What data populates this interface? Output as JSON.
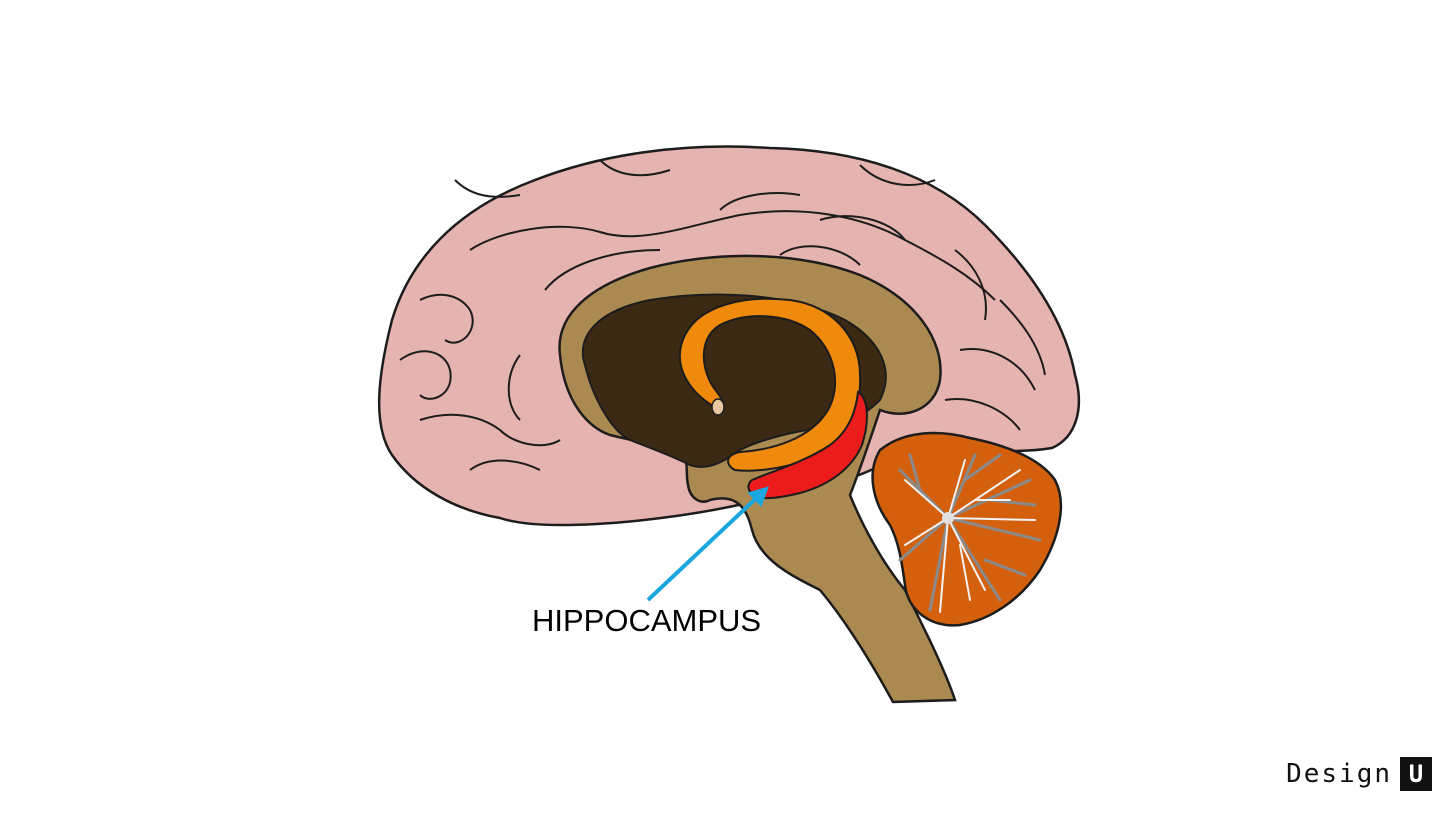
{
  "diagram": {
    "label": "HIPPOCAMPUS",
    "colors": {
      "cerebrum": "#e6b4b0",
      "corpus_callosum": "#ab8a52",
      "ventricle": "#3b2914",
      "fornix": "#f08a0c",
      "hippocampus": "#ec1c1c",
      "cerebellum": "#d4600e",
      "pointer_arrow": "#1aa7e0",
      "outline": "#1c1c1c"
    }
  },
  "watermark": {
    "text": "Design",
    "badge": "U"
  }
}
